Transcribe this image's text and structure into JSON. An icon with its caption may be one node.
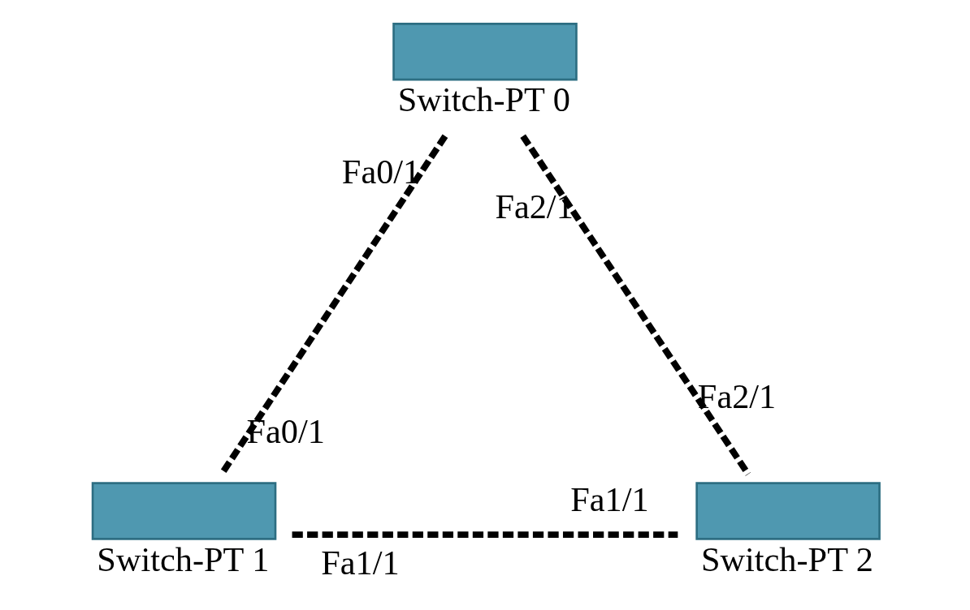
{
  "diagram": {
    "nodes": [
      {
        "text": [
          "Switch-PT 0"
        ]
      },
      {
        "text": [
          "Switch-PT 1"
        ]
      },
      {
        "text": [
          "Switch-PT 2"
        ]
      }
    ],
    "edges": [
      {
        "from": 0,
        "to": 1,
        "arrow": "none",
        "style": "dashed"
      },
      {
        "from": 0,
        "to": 2,
        "arrow": "none",
        "style": "dashed"
      },
      {
        "from": 1,
        "to": 2,
        "arrow": "none",
        "style": "dashed"
      }
    ],
    "labels": [
      "Fa2/1",
      "Fa0/1",
      "Fa2/1",
      "Fa0/1",
      "Fa1/1",
      "Fa1/1"
    ]
  }
}
